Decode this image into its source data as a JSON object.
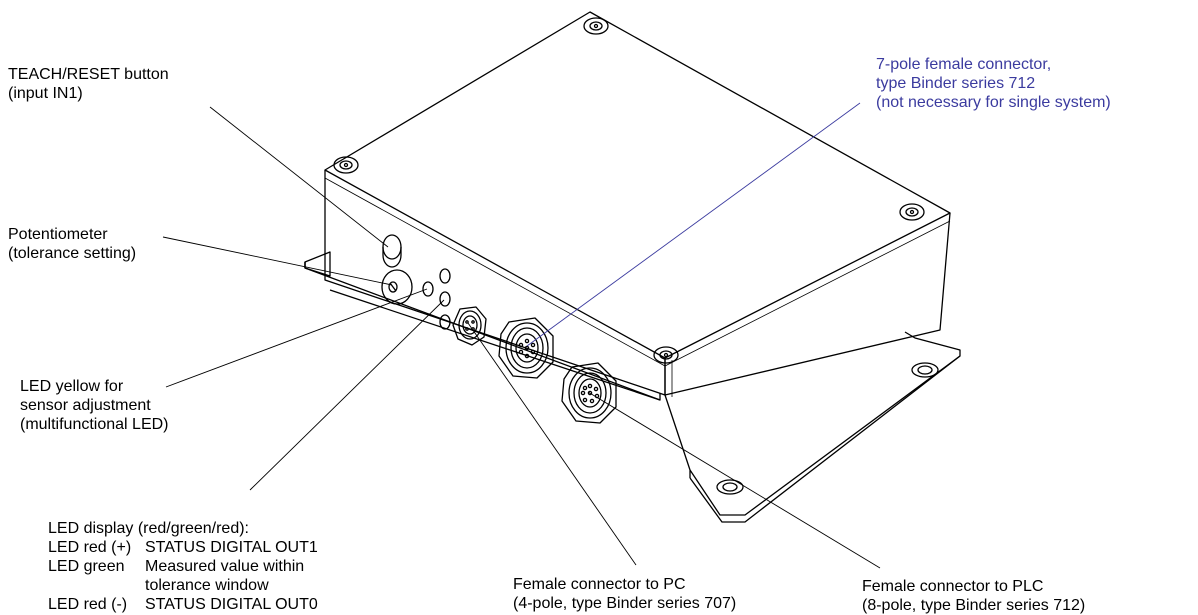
{
  "colors": {
    "line": "#000000",
    "blue_callout": "#3b3b9f",
    "background": "#ffffff"
  },
  "labels": {
    "teach_reset": [
      "TEACH/RESET button",
      "(input IN1)"
    ],
    "potentiometer": [
      "Potentiometer",
      "(tolerance setting)"
    ],
    "led_yellow": [
      "LED yellow for",
      "sensor adjustment",
      "(multifunctional LED)"
    ],
    "led_display_title": "LED display (red/green/red):",
    "led_display_rows": [
      {
        "key": "LED red (+)",
        "value": "STATUS DIGITAL OUT1"
      },
      {
        "key": "LED green",
        "value": "Measured value within"
      },
      {
        "key": "",
        "value": "tolerance window"
      },
      {
        "key": "LED red (-)",
        "value": "STATUS DIGITAL OUT0"
      }
    ],
    "pc_connector": [
      "Female connector to PC",
      "(4-pole, type Binder series 707)"
    ],
    "plc_connector": [
      "Female connector to PLC",
      "(8-pole, type Binder series 712)"
    ],
    "seven_pole": [
      "7-pole female connector,",
      "type Binder series 712",
      "(not necessary for single system)"
    ]
  }
}
